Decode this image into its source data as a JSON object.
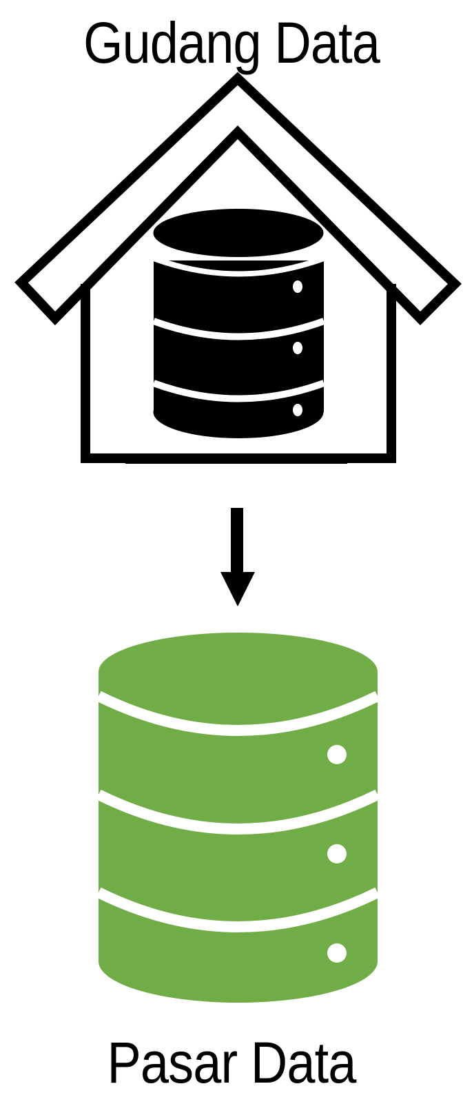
{
  "diagram": {
    "top_label": "Gudang Data",
    "bottom_label": "Pasar Data",
    "nodes": [
      {
        "id": "data-warehouse",
        "label": "Gudang Data",
        "icon": "house-with-database-icon",
        "color": "#000000"
      },
      {
        "id": "data-mart",
        "label": "Pasar Data",
        "icon": "database-icon",
        "color": "#70AD47"
      }
    ],
    "edges": [
      {
        "from": "data-warehouse",
        "to": "data-mart",
        "icon": "arrow-down-icon"
      }
    ],
    "colors": {
      "warehouse": "#000000",
      "mart": "#70AD47",
      "background": "#FFFFFF"
    }
  }
}
